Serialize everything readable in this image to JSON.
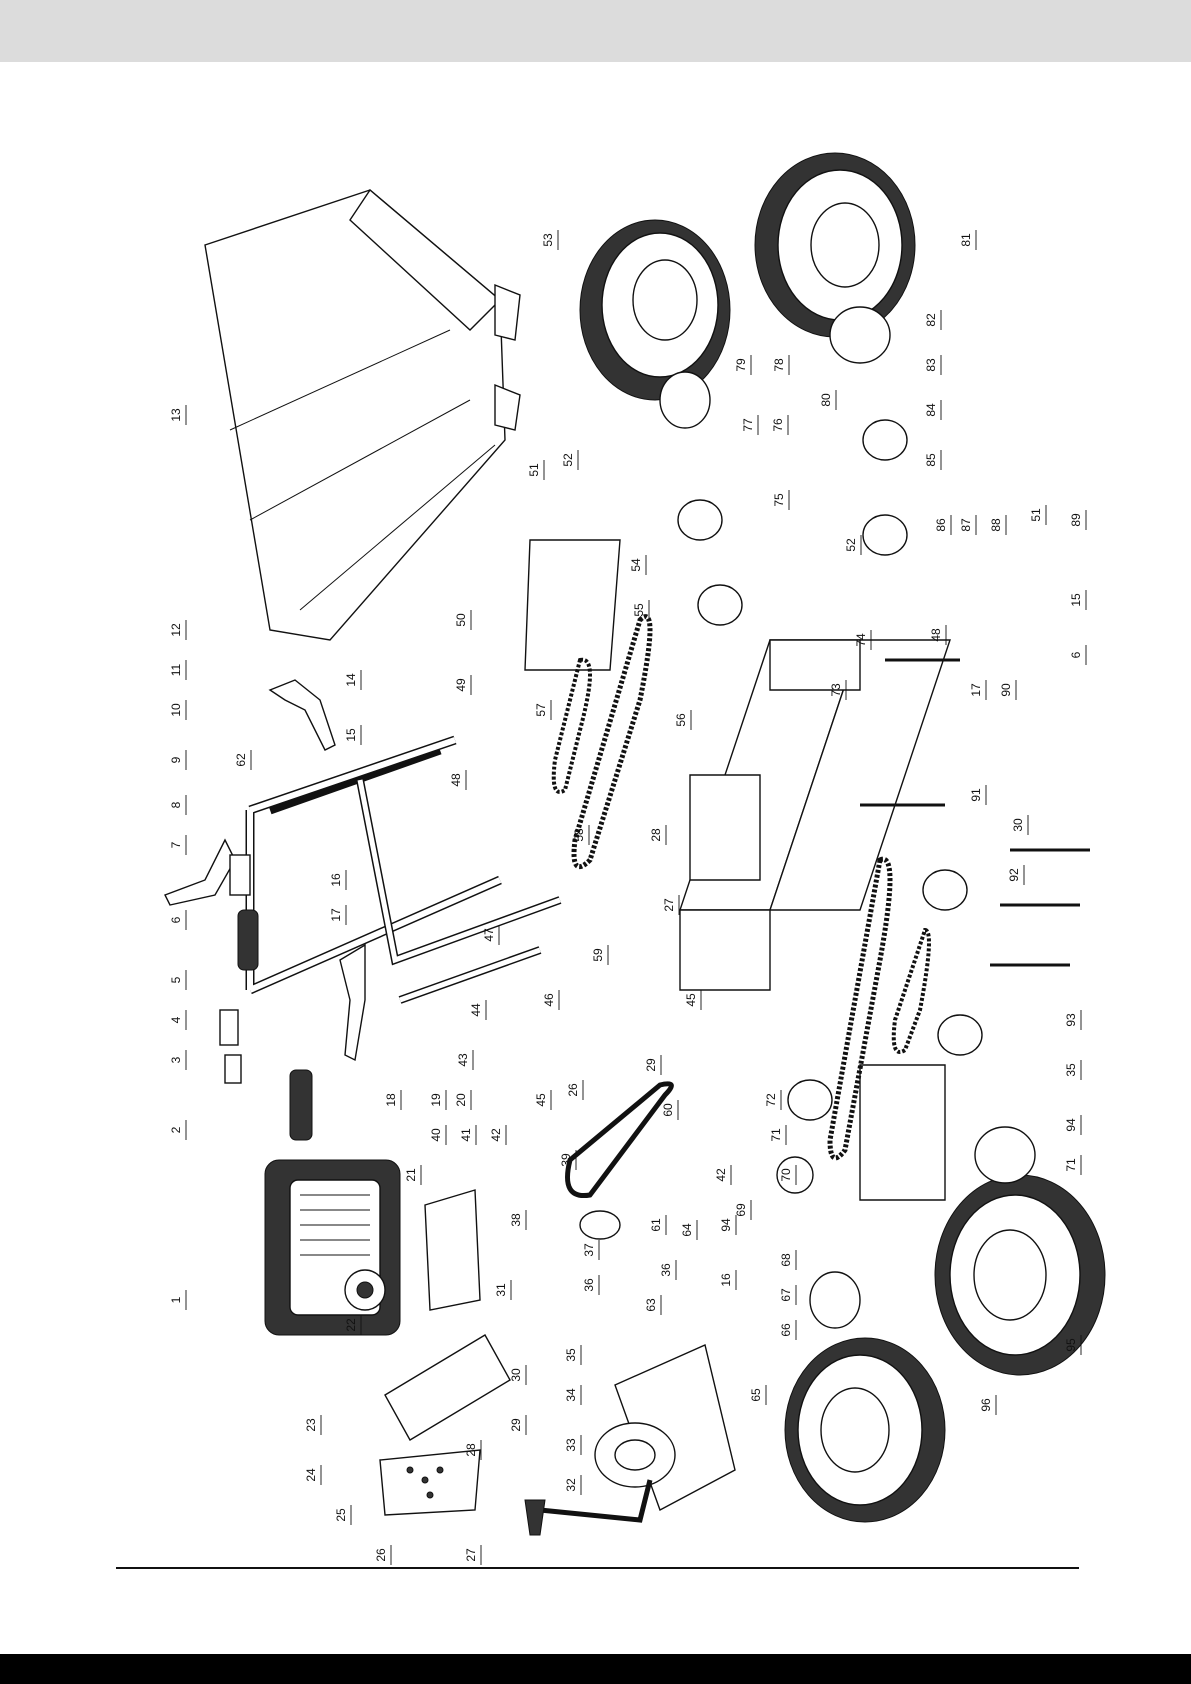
{
  "header_band_color": "#dcdcdc",
  "footer_band_color": "#000000",
  "line_color": "#111111",
  "callouts": [
    "1",
    "2",
    "3",
    "4",
    "5",
    "6",
    "7",
    "8",
    "9",
    "10",
    "11",
    "12",
    "13",
    "14",
    "15",
    "16",
    "17",
    "18",
    "19",
    "20",
    "21",
    "22",
    "23",
    "24",
    "25",
    "26",
    "27",
    "28",
    "29",
    "30",
    "31",
    "32",
    "33",
    "34",
    "35",
    "36",
    "37",
    "38",
    "39",
    "40",
    "41",
    "42",
    "43",
    "44",
    "45",
    "46",
    "47",
    "48",
    "49",
    "50",
    "51",
    "52",
    "53",
    "54",
    "55",
    "56",
    "57",
    "58",
    "59",
    "60",
    "61",
    "62",
    "63",
    "64",
    "65",
    "66",
    "67",
    "68",
    "69",
    "70",
    "71",
    "72",
    "73",
    "74",
    "75",
    "76",
    "77",
    "78",
    "79",
    "80",
    "81",
    "82",
    "83",
    "84",
    "85",
    "86",
    "87",
    "88",
    "89",
    "90",
    "91",
    "92",
    "93",
    "94",
    "95",
    "96"
  ],
  "extra_callouts": [
    "6",
    "15",
    "16",
    "17",
    "26",
    "27",
    "28",
    "29",
    "30",
    "35",
    "36",
    "42",
    "45",
    "48",
    "51",
    "52",
    "71",
    "94"
  ],
  "illustrated_parts": [
    "engine",
    "dump-hopper",
    "handlebar-frame",
    "drive-frame",
    "transmission",
    "front-left-wheel",
    "front-right-wheel",
    "rear-left-wheel",
    "rear-right-wheel",
    "drive-chains",
    "v-belt",
    "engine-mount-plate",
    "guard-plates"
  ]
}
